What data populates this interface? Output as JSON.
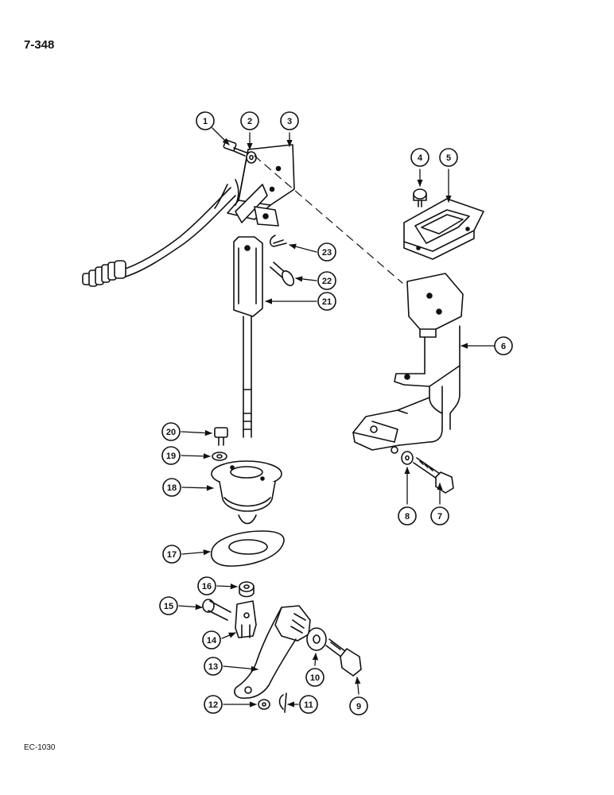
{
  "page_number": "7-348",
  "figure_code": "EC-1030",
  "callouts": [
    "1",
    "2",
    "3",
    "4",
    "5",
    "6",
    "7",
    "8",
    "9",
    "10",
    "11",
    "12",
    "13",
    "14",
    "15",
    "16",
    "17",
    "18",
    "19",
    "20",
    "21",
    "22",
    "23"
  ]
}
